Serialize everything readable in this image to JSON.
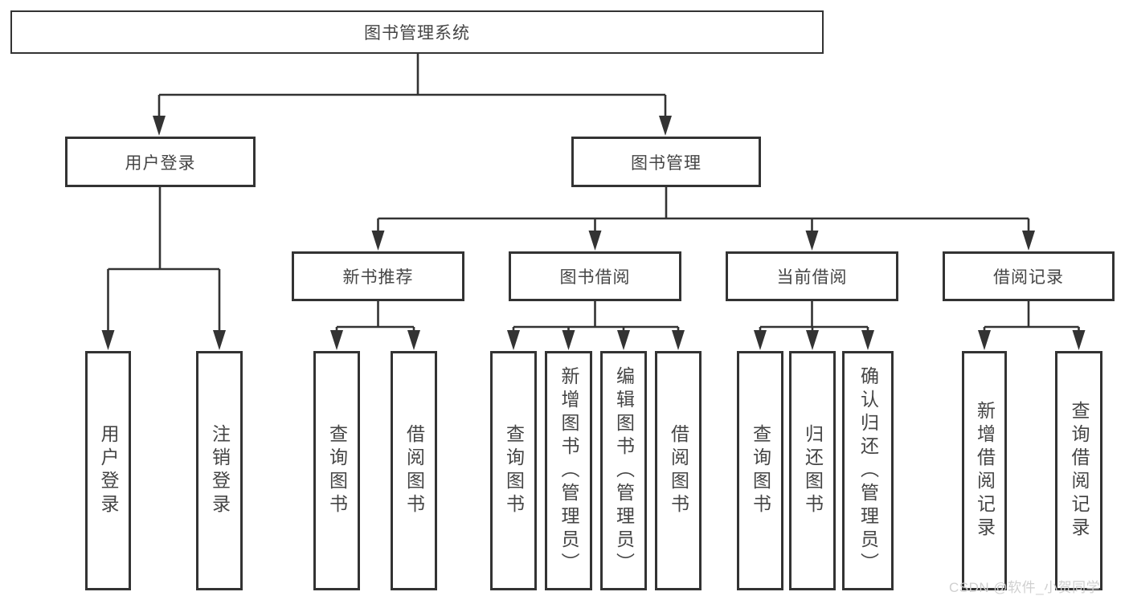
{
  "tree": {
    "root": {
      "label": "图书管理系统"
    },
    "branches": [
      {
        "label": "用户登录",
        "children": [
          {
            "label": "用户登录"
          },
          {
            "label": "注销登录"
          }
        ]
      },
      {
        "label": "图书管理",
        "children": [
          {
            "label": "新书推荐",
            "children": [
              {
                "label": "查询图书"
              },
              {
                "label": "借阅图书"
              }
            ]
          },
          {
            "label": "图书借阅",
            "children": [
              {
                "label": "查询图书"
              },
              {
                "label": "新增图书（管理员）"
              },
              {
                "label": "编辑图书（管理员）"
              },
              {
                "label": "借阅图书"
              }
            ]
          },
          {
            "label": "当前借阅",
            "children": [
              {
                "label": "查询图书"
              },
              {
                "label": "归还图书"
              },
              {
                "label": "确认归还（管理员）"
              }
            ]
          },
          {
            "label": "借阅记录",
            "children": [
              {
                "label": "新增借阅记录"
              },
              {
                "label": "查询借阅记录"
              }
            ]
          }
        ]
      }
    ]
  },
  "watermark": {
    "text": "CSDN @软件_小贺同学"
  },
  "colors": {
    "line": "#333333",
    "box_border": "#333333",
    "text": "#454545",
    "watermark": "#d0d0d0",
    "background": "#ffffff"
  }
}
